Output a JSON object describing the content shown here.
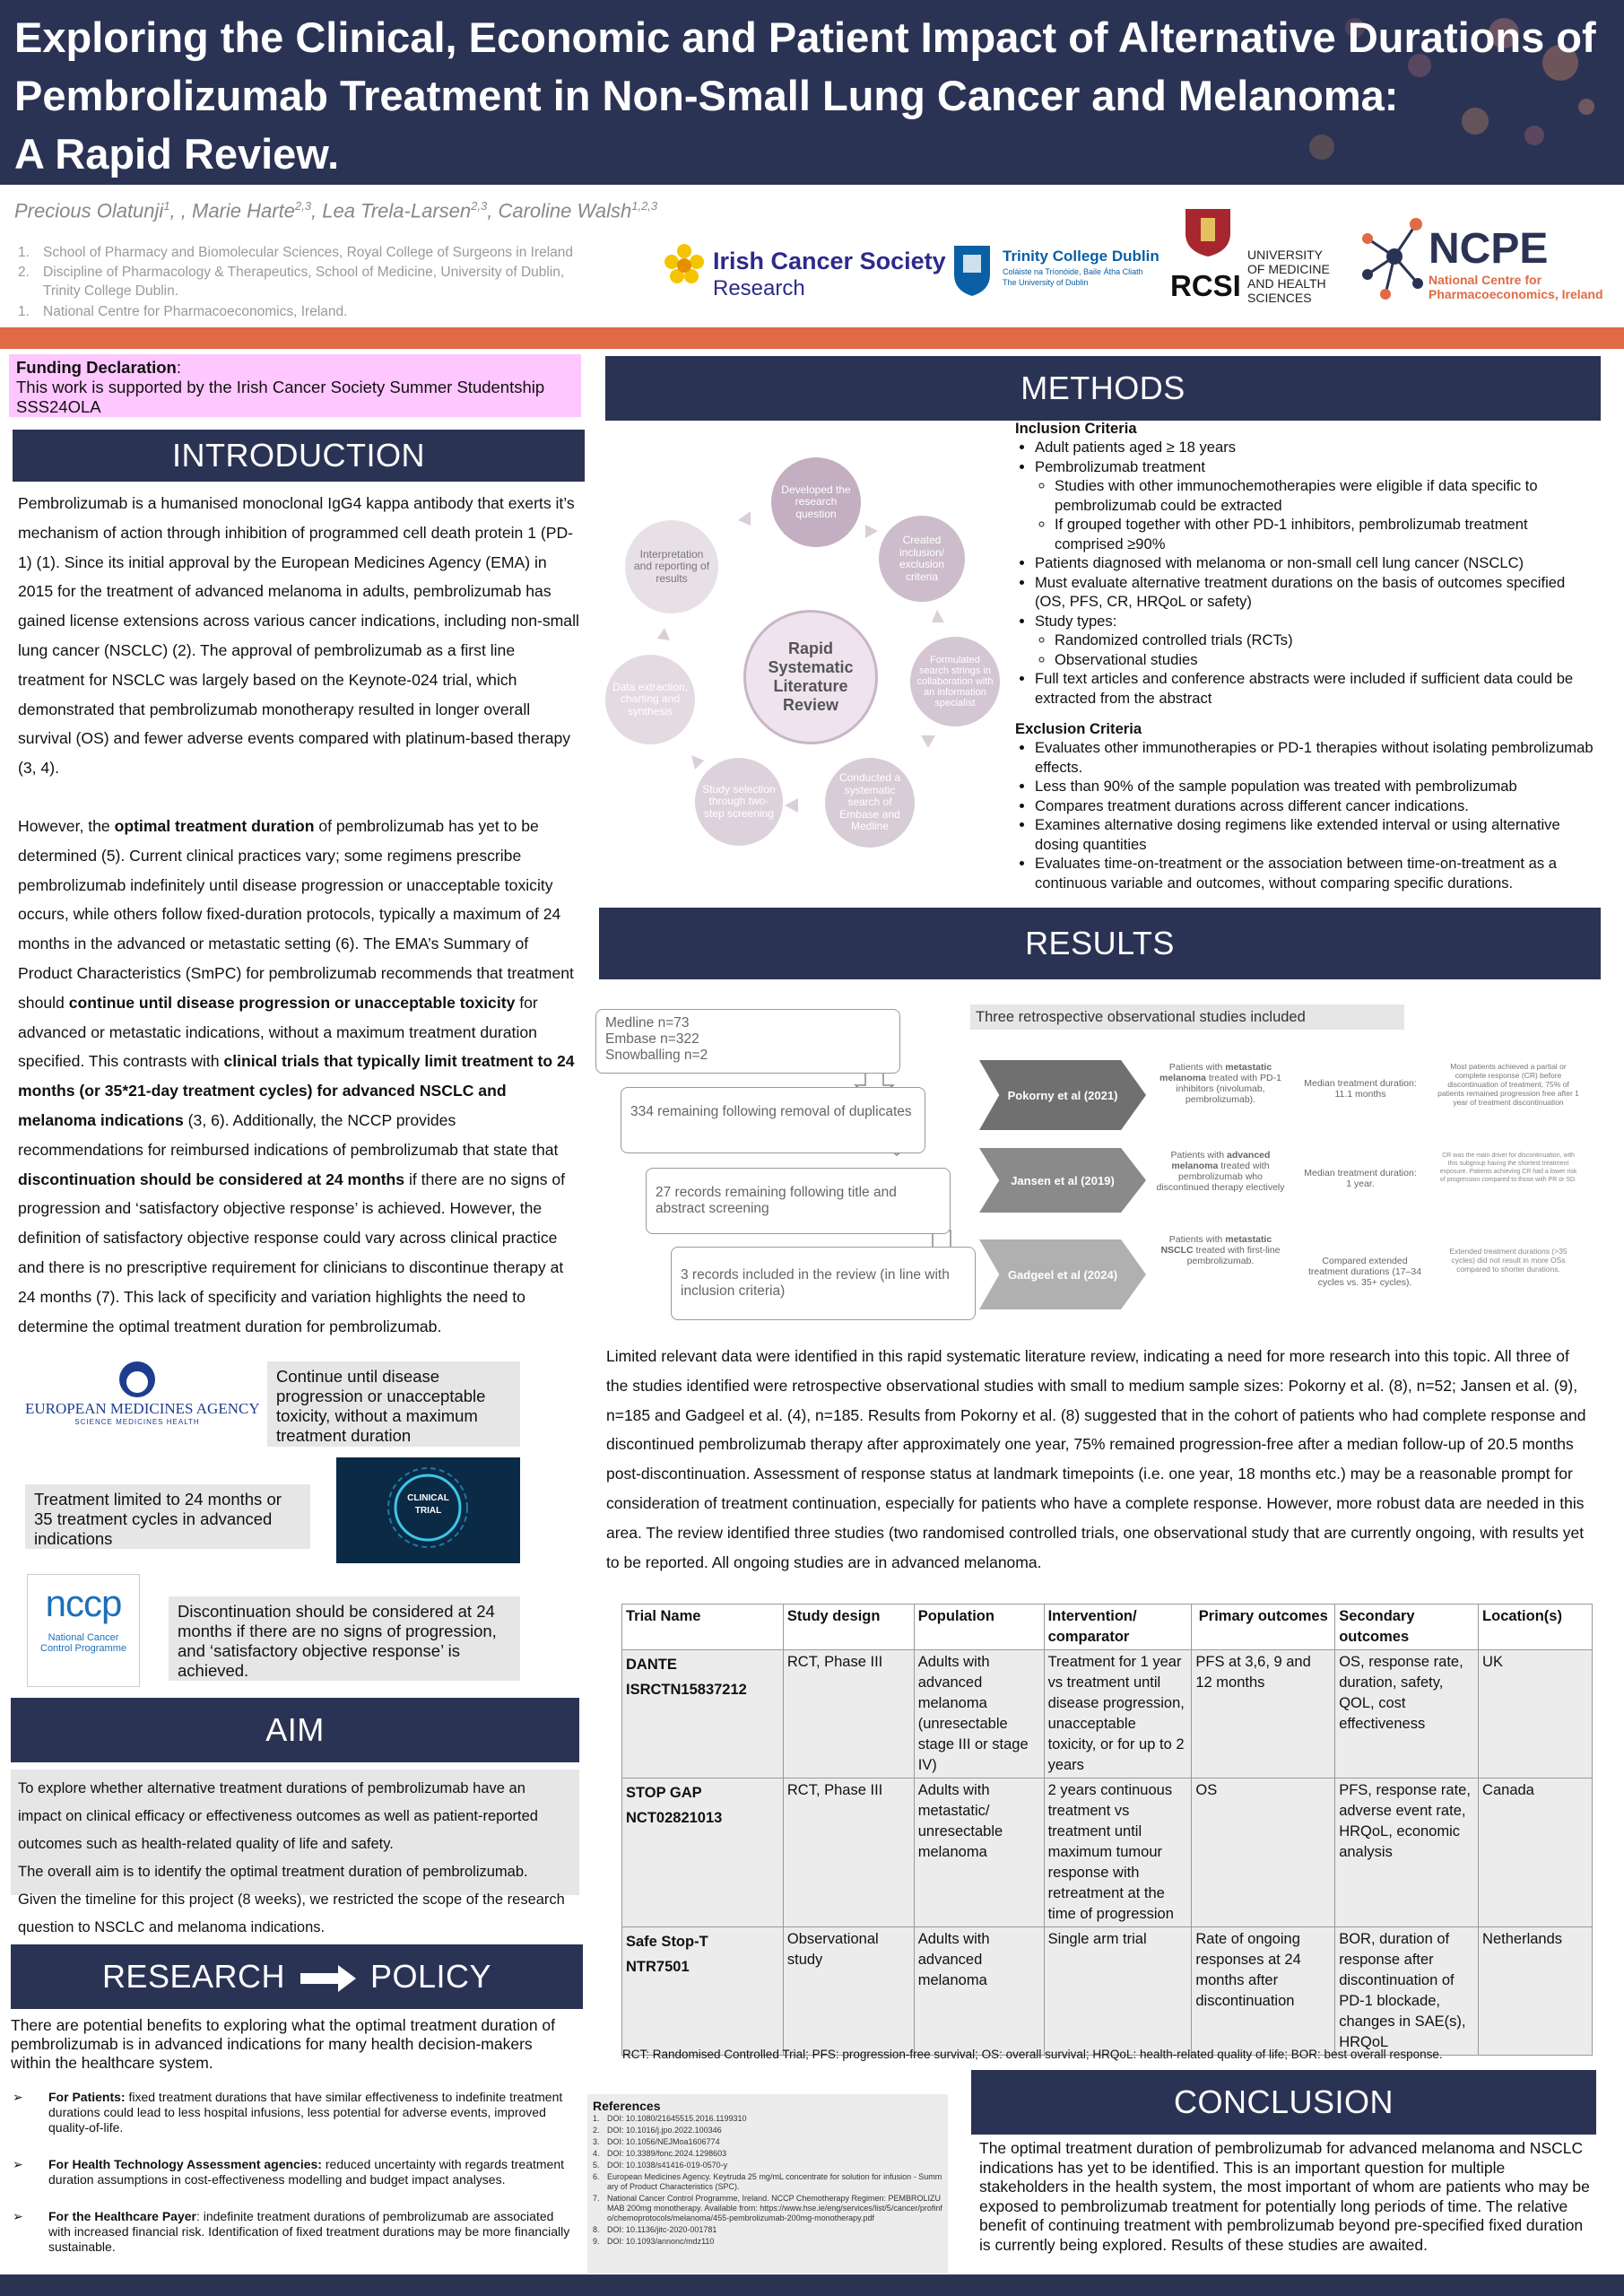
{
  "title": {
    "line1": "Exploring the Clinical, Economic and Patient Impact of Alternative Durations of",
    "line2": "Pembrolizumab Treatment in Non-Small Lung Cancer and Melanoma:",
    "line3": "A Rapid Review."
  },
  "authors": [
    {
      "name": "Precious Olatunji",
      "sup": "1",
      "sep": ", , "
    },
    {
      "name": "Marie Harte",
      "sup": "2,3",
      "sep": ", "
    },
    {
      "name": "Lea Trela-Larsen",
      "sup": "2,3",
      "sep": ", "
    },
    {
      "name": "Caroline Walsh",
      "sup": "1,2,3",
      "sep": ""
    }
  ],
  "affiliations": [
    {
      "num": "1.",
      "text": "School of Pharmacy and Biomolecular Sciences, Royal College of Surgeons in Ireland"
    },
    {
      "num": "2.",
      "text": "Discipline of Pharmacology & Therapeutics, School of Medicine, University of Dublin,"
    },
    {
      "num": "",
      "text": "Trinity College Dublin."
    },
    {
      "num": "1.",
      "text": "National Centre for Pharmacoeconomics, Ireland."
    }
  ],
  "logos": {
    "ics_1": "Irish Cancer Society",
    "ics_2": "Research",
    "tcd_1": "Trinity College Dublin",
    "tcd_2": "Coláiste na Tríonóide, Baile Átha Cliath",
    "tcd_3": "The University of Dublin",
    "rcsi_1": "RCSI",
    "rcsi_2": "UNIVERSITY",
    "rcsi_3": "OF MEDICINE",
    "rcsi_4": "AND HEALTH",
    "rcsi_5": "SCIENCES",
    "ncpe_1": "NCPE",
    "ncpe_2": "National Centre for",
    "ncpe_3": "Pharmacoeconomics, Ireland",
    "ema_1": "EUROPEAN MEDICINES AGENCY",
    "ema_2": "SCIENCE   MEDICINES   HEALTH",
    "nccp_1": "nccp",
    "nccp_2": "National Cancer",
    "nccp_3": "Control Programme",
    "clinical_1": "CLINICAL",
    "clinical_2": "TRIAL"
  },
  "funding": {
    "heading": "Funding Declaration",
    "colon": ":",
    "text1": "This work is supported by the Irish Cancer Society Summer Studentship",
    "text2": "SSS24OLA"
  },
  "sections": {
    "introduction": "INTRODUCTION",
    "methods": "METHODS",
    "results": "RESULTS",
    "aim": "AIM",
    "research": "RESEARCH",
    "policy": "POLICY",
    "conclusion": "CONCLUSION"
  },
  "intro": {
    "p1": "Pembrolizumab is a humanised monoclonal IgG4 kappa antibody that exerts it’s mechanism of action through inhibition of programmed cell death protein 1 (PD-1) (1). Since its initial approval by the European Medicines Agency (EMA) in 2015 for the treatment of advanced melanoma in adults, pembrolizumab has gained license extensions across various cancer indications, including non-small lung cancer (NSCLC) (2). The approval of pembrolizumab as a first line treatment for NSCLC was largely based on the Keynote-024 trial, which demonstrated that pembrolizumab monotherapy resulted in longer overall survival (OS) and fewer adverse events compared with platinum-based therapy (3, 4).",
    "p2_a": "However, the ",
    "p2_b": "optimal treatment duration",
    "p2_c": " of pembrolizumab has yet to be determined (5). Current clinical practices vary; some regimens prescribe pembrolizumab indefinitely until disease progression or unacceptable toxicity occurs, while others follow fixed-duration protocols, typically a maximum of 24 months in the advanced or metastatic setting (6). The EMA’s Summary of Product Characteristics (SmPC) for pembrolizumab recommends that treatment should ",
    "p2_d": "continue until disease progression or unacceptable toxicity",
    "p2_e": " for advanced or metastatic indications, without a maximum treatment duration specified. This contrasts with ",
    "p2_f": "clinical trials that typically limit treatment to 24 months (or 35*21-day treatment cycles) for advanced NSCLC and melanoma indications",
    "p2_g": " (3, 6). Additionally, the NCCP provides recommendations for reimbursed indications of pembrolizumab that state that ",
    "p2_h": "discontinuation should be considered at 24 months",
    "p2_i": " if there are no signs of progression and ‘satisfactory objective response’ is achieved. However, the definition of satisfactory objective response could vary across clinical practice and there is no prescriptive requirement for clinicians to discontinue therapy at 24 months (7). This lack of specificity and variation highlights the need to determine the optimal treatment duration for pembrolizumab."
  },
  "callouts": {
    "ema": "Continue until disease progression or unacceptable toxicity, without a maximum treatment duration",
    "trial": "Treatment limited to 24 months or 35 treatment cycles in advanced indications",
    "nccp": "Discontinuation should be considered at 24 months if there are no signs of progression, and ‘satisfactory objective response’ is achieved."
  },
  "aim": {
    "p1": "To explore whether alternative treatment durations of pembrolizumab have an impact on clinical efficacy or effectiveness outcomes as well as patient-reported outcomes such as health-related quality of life and safety.",
    "p2": "The overall aim is to identify the optimal treatment duration of pembrolizumab.",
    "p3": "Given the timeline for this project (8 weeks), we restricted the scope of the research question to NSCLC and melanoma indications."
  },
  "policy": {
    "intro": "There are potential benefits to exploring what the optimal treatment duration of pembrolizumab is in advanced indications for many health decision-makers within the healthcare system.",
    "items": [
      {
        "label": "For Patients:",
        "text": " fixed treatment durations that have similar effectiveness to indefinite treatment durations could lead to less hospital infusions, less potential for adverse events, improved quality-of-life."
      },
      {
        "label": "For Health Technology Assessment agencies:",
        "text": " reduced uncertainty with regards treatment duration assumptions in cost-effectiveness modelling and budget impact analyses."
      },
      {
        "label": "For the Healthcare Payer",
        "text": ": indefinite treatment durations of pembrolizumab are associated with increased financial risk. Identification of fixed treatment durations may be more financially sustainable."
      }
    ]
  },
  "cycle": {
    "center": "Rapid Systematic Literature Review",
    "steps": [
      "Developed the research question",
      "Created inclusion/ exclusion criteria",
      "Formulated search strings in collaboration with an information specialist",
      "Conducted a systematic search of Embase and Medline",
      "Study selection through two-step screening",
      "Data extraction, charting and synthesis",
      "Interpretation and reporting of results"
    ]
  },
  "inclusion": {
    "heading": "Inclusion Criteria",
    "i1": "Adult patients aged ≥ 18 years",
    "i2": "Pembrolizumab treatment",
    "i2a": "Studies with other immunochemotherapies were eligible if data specific to pembrolizumab could be extracted",
    "i2b": "If grouped together with other PD-1 inhibitors, pembrolizumab treatment comprised ≥90%",
    "i3": "Patients diagnosed with melanoma or non-small cell lung cancer (NSCLC)",
    "i4": "Must evaluate alternative treatment durations on the basis of outcomes specified (OS, PFS, CR, HRQoL or safety)",
    "i5": "Study types:",
    "i5a": "Randomized controlled trials (RCTs)",
    "i5b": "Observational studies",
    "i6": "Full text articles and conference abstracts were included if sufficient data could be extracted from the abstract"
  },
  "exclusion": {
    "heading": "Exclusion Criteria",
    "e1": "Evaluates other immunotherapies or PD-1 therapies without isolating pembrolizumab effects.",
    "e2": "Less than 90% of the sample population was treated with pembrolizumab",
    "e3": "Compares treatment durations across different cancer indications.",
    "e4": "Examines alternative dosing regimens like extended interval or using alternative dosing quantities",
    "e5": "Evaluates time-on-treatment or the association between time-on-treatment as a continuous variable and outcomes, without comparing specific durations."
  },
  "flow": {
    "b1_1": "Medline n=73",
    "b1_2": "Embase n=322",
    "b1_3": "Snowballing n=2",
    "b2": "334 remaining following removal of duplicates",
    "b3": "27 records remaining following title and abstract screening",
    "b4": "3 records included in the review (in line with inclusion criteria)"
  },
  "studies": {
    "heading": "Three retrospective observational studies included",
    "rows": [
      {
        "name": "Pokorny et al (2021)",
        "pop_a": "Patients with ",
        "pop_b": "metastatic melanoma",
        "pop_c": " treated with PD-1 inhibitors (nivolumab, pembrolizumab).",
        "dur": "Median treatment duration: 11.1 months",
        "out": "Most patients achieved a partial or complete response (CR) before discontinuation of treatment, 75% of patients remained progression free after 1 year of treatment discontinuation"
      },
      {
        "name": "Jansen et al (2019)",
        "pop_a": "Patients with ",
        "pop_b": "advanced melanoma",
        "pop_c": " treated with pembrolizumab who discontinued therapy electively",
        "dur": "Median treatment duration: 1 year.",
        "out": "CR was the main driver for discontinuation, with this subgroup having the shortest treatment exposure. Patients achieving CR had a lower risk of progression compared to those with PR or SD."
      },
      {
        "name": "Gadgeel et al (2024)",
        "pop_a": "Patients with ",
        "pop_b": "metastatic NSCLC",
        "pop_c": " treated with first-line pembrolizumab.",
        "dur": "Compared extended treatment durations (17–34 cycles vs. 35+ cycles).",
        "out": "Extended treatment durations (>35 cycles) did not result in more OSs compared to shorter durations."
      }
    ]
  },
  "results_text": "Limited relevant data were identified in this rapid systematic literature review, indicating a need for more research into this topic. All three of the studies identified were retrospective observational studies with small to medium sample sizes: Pokorny et al. (8), n=52; Jansen et al. (9), n=185 and Gadgeel et al. (4), n=185. Results from Pokorny et al. (8) suggested that in the cohort of patients who had complete response and discontinued pembrolizumab therapy after approximately one year, 75% remained progression-free after a median follow-up of 20.5 months post-discontinuation. Assessment of response status at landmark timepoints (i.e. one year, 18 months etc.) may be a reasonable prompt for consideration of treatment continuation, especially for patients who have a complete response. However, more robust data are needed in this area. The review identified three studies (two randomised controlled trials, one observational study that are currently ongoing, with results yet to be reported. All ongoing studies are in advanced melanoma.",
  "table": {
    "headers": [
      "Trial Name",
      "Study design",
      "Population",
      "Intervention/ comparator",
      "Primary outcomes",
      "Secondary outcomes",
      "Location(s)"
    ],
    "rows": [
      {
        "name1": "DANTE",
        "name2": "ISRCTN15837212",
        "design": "RCT, Phase III",
        "pop": "Adults with advanced melanoma (unresectable stage III or stage IV)",
        "int": "Treatment for 1 year vs treatment until disease progression, unacceptable toxicity, or for up to 2 years",
        "prim": "PFS at 3,6, 9 and 12 months",
        "sec": "OS, response rate, duration, safety, QOL, cost effectiveness",
        "loc": "UK"
      },
      {
        "name1": "STOP GAP",
        "name2": "NCT02821013",
        "design": "RCT, Phase III",
        "pop": "Adults with metastatic/ unresectable melanoma",
        "int": "2 years continuous treatment vs treatment until maximum tumour response with retreatment at the time of progression",
        "prim": "OS",
        "sec": "PFS, response rate, adverse event rate, HRQoL, economic analysis",
        "loc": "Canada"
      },
      {
        "name1": "Safe Stop-T",
        "name2": "NTR7501",
        "design": "Observational study",
        "pop": "Adults with advanced melanoma",
        "int": "Single arm trial",
        "prim": "Rate of ongoing responses at 24 months after discontinuation",
        "sec": "BOR, duration of response after discontinuation of PD-1 blockade, changes in SAE(s), HRQoL",
        "loc": "Netherlands"
      }
    ],
    "footnote": "RCT: Randomised Controlled Trial; PFS: progression-free survival; OS: overall survival; HRQoL: health-related quality of life; BOR: best overall response."
  },
  "references": {
    "heading": "References",
    "items": [
      {
        "n": "1.",
        "t": "DOI: 10.1080/21645515.2016.1199310"
      },
      {
        "n": "2.",
        "t": "DOI: 10.1016/j.jpo.2022.100346"
      },
      {
        "n": "3.",
        "t": "DOI: 10.1056/NEJMoa1606774"
      },
      {
        "n": "4.",
        "t": "DOI: 10.3389/fonc.2024.1298603"
      },
      {
        "n": "5.",
        "t": "DOI: 10.1038/s41416-019-0570-y"
      },
      {
        "n": "6.",
        "t": "European Medicines Agency. Keytruda 25 mg/mL concentrate for solution for infusion - Summary of Product Characteristics (SPC)."
      },
      {
        "n": "7.",
        "t": "National Cancer Control Programme, Ireland. NCCP Chemotherapy Regimen: PEMBROLIZUMAB 200mg monotherapy. Available from: https://www.hse.ie/eng/services/list/5/cancer/profinfo/chemoprotocols/melanoma/455-pembrolizumab-200mg-monotherapy.pdf"
      },
      {
        "n": "8.",
        "t": "DOI: 10.1136/jitc-2020-001781"
      },
      {
        "n": "9.",
        "t": "DOI: 10.1093/annonc/mdz110"
      }
    ]
  },
  "conclusion": "The optimal treatment duration of pembrolizumab for advanced melanoma and NSCLC indications has yet to be identified. This is an important question for multiple stakeholders in the health system, the most important of whom are patients who may be exposed to pembrolizumab treatment for potentially long periods of time. The relative benefit of continuing treatment with pembrolizumab beyond pre-specified fixed duration is currently being explored. Results of these studies are awaited.",
  "colors": {
    "navy": "#2b3355",
    "orange": "#e06a45",
    "pink": "#ffc7ff",
    "grey": "#e6e6e6",
    "circle": "#c9b5c7"
  }
}
